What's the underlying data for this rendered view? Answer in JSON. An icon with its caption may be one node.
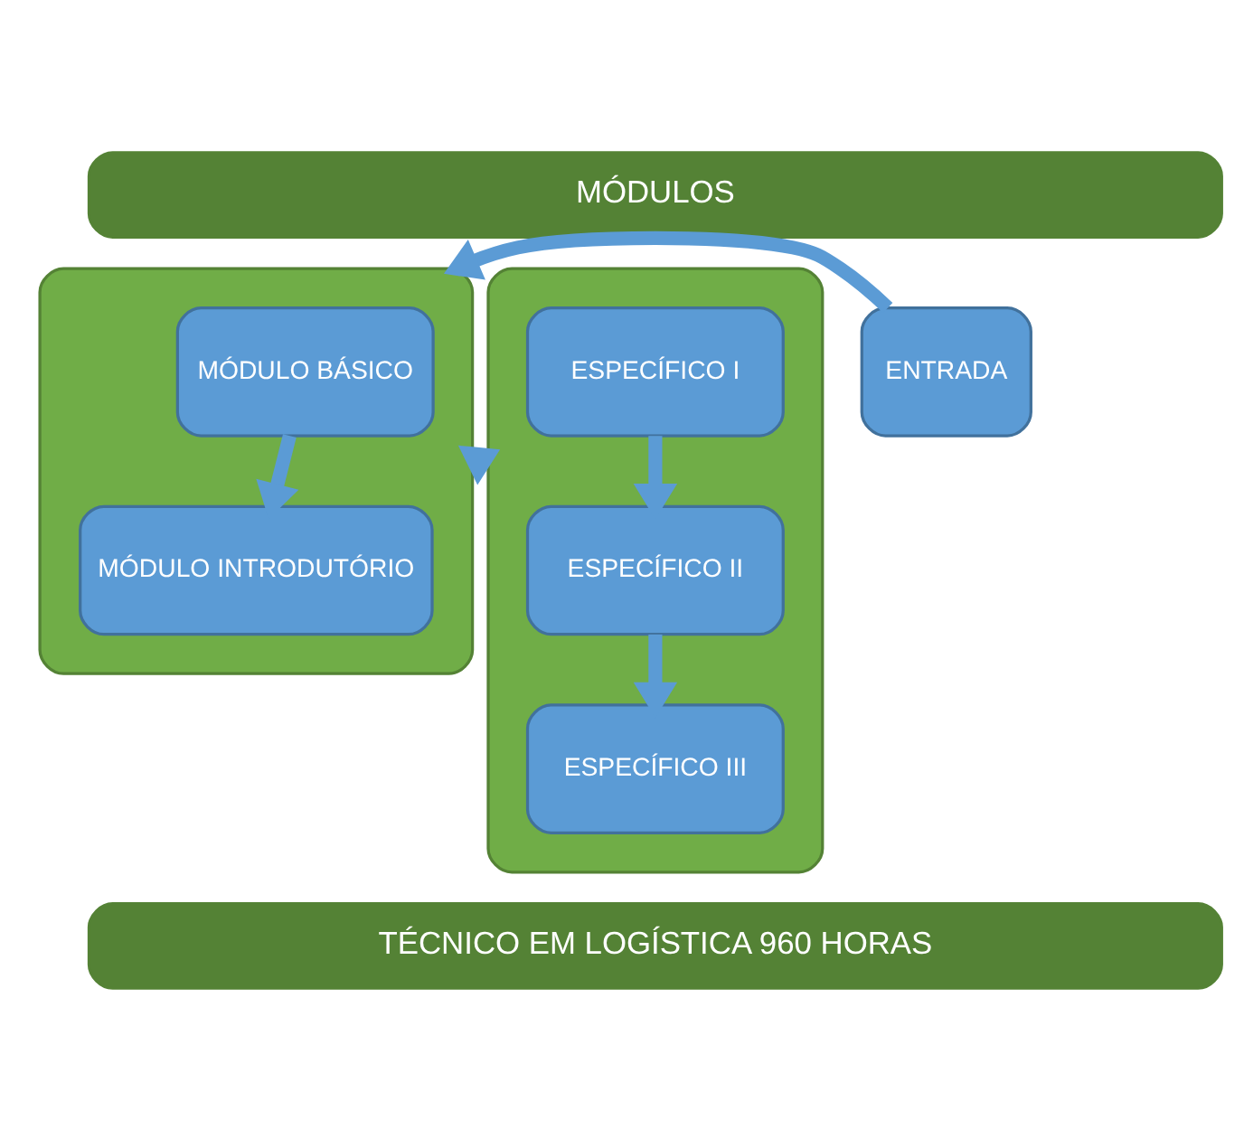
{
  "diagram": {
    "nodes": [
      {
        "text": [
          "MÓDULOS"
        ]
      },
      {
        "text": [
          "ENTRADA"
        ]
      },
      {
        "text": [],
        "shape": "box"
      },
      {
        "text": [
          "MÓDULO BÁSICO"
        ],
        "in": 2
      },
      {
        "text": [
          "MÓDULO INTRODUTÓRIO"
        ],
        "in": 2
      },
      {
        "text": [],
        "shape": "box"
      },
      {
        "text": [
          "ESPECÍFICO I"
        ],
        "in": 5
      },
      {
        "text": [
          "ESPECÍFICO II"
        ],
        "in": 5
      },
      {
        "text": [
          "ESPECÍFICO III"
        ],
        "in": 5
      },
      {
        "text": [
          "TÉCNICO EM LOGÍSTICA 960 HORAS"
        ]
      }
    ],
    "edges": [
      {
        "from": 1,
        "to": 2,
        "arrow": "to"
      },
      {
        "from": 3,
        "to": 4,
        "arrow": "to"
      },
      {
        "from": 2,
        "to": 5,
        "arrow": "to"
      },
      {
        "from": 6,
        "to": 7,
        "arrow": "to"
      },
      {
        "from": 7,
        "to": 8,
        "arrow": "to"
      }
    ]
  }
}
